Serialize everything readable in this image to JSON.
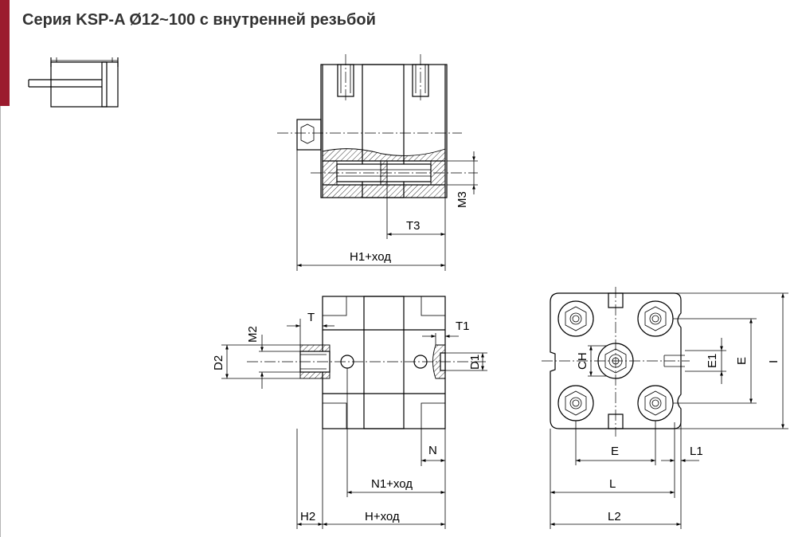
{
  "title": "Серия KSP-A Ø12~100 с внутренней резьбой",
  "accent_color": "#9b1b2e",
  "labels": {
    "m3": "M3",
    "t3": "T3",
    "h1_stroke": "H1+ход",
    "m2": "M2",
    "t": "T",
    "t1": "T1",
    "d2": "D2",
    "d1": "D1",
    "n": "N",
    "n1_stroke": "N1+ход",
    "h2": "H2",
    "h_stroke": "H+ход",
    "ch": "CH",
    "e1": "E1",
    "e_side": "E",
    "i": "I",
    "e_bottom": "E",
    "l1": "L1",
    "l": "L",
    "l2": "L2"
  }
}
